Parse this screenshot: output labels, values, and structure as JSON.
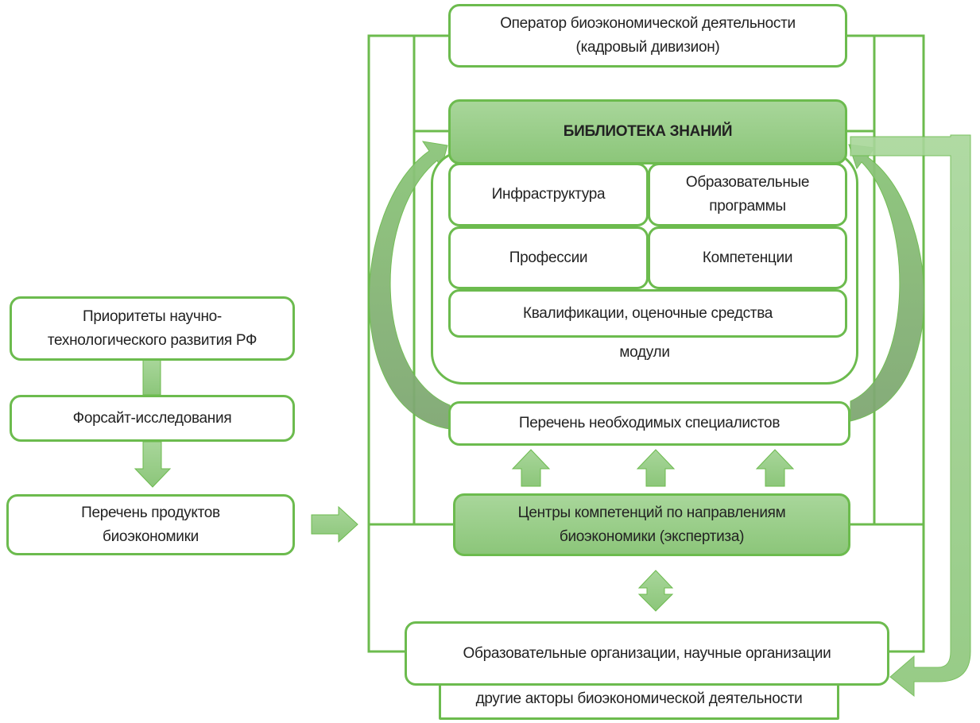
{
  "colors": {
    "stroke": "#6cbb4e",
    "fill_light": "#a8d69a",
    "fill_dark": "#8cc67a",
    "arrow_dark": "#7fa772"
  },
  "left_chain": {
    "priorities": "Приоритеты научно-\nтехнологического развития РФ",
    "priorities_line1": "Приоритеты научно-",
    "priorities_line2": "технологического развития РФ",
    "foresight": "Форсайт-исследования",
    "products_line1": "Перечень продуктов",
    "products_line2": "биоэкономики"
  },
  "operator": {
    "line1": "Оператор биоэкономической деятельности",
    "line2": "(кадровый дивизион)"
  },
  "library": {
    "title": "БИБЛИОТЕКА ЗНАНИЙ"
  },
  "modules": {
    "label": "модули",
    "infrastructure": "Инфраструктура",
    "edu_programs_line1": "Образовательные",
    "edu_programs_line2": "программы",
    "professions": "Профессии",
    "competencies": "Компетенции",
    "qualifications": "Квалификации, оценочные средства"
  },
  "specialists": "Перечень необходимых специалистов",
  "centers": {
    "line1": "Центры компетенций по направлениям",
    "line2": "биоэкономики (экспертиза)"
  },
  "organizations": "Образовательные организации, научные организации",
  "other_actors": "другие акторы биоэкономической деятельности"
}
